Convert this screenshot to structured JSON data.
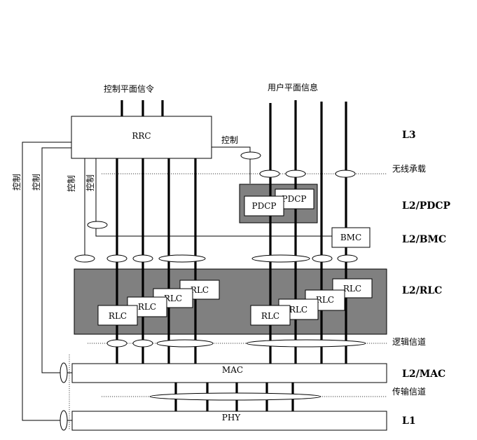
{
  "top": {
    "control_plane_signaling": "控制平面信令",
    "user_plane_info": "用户平面信息"
  },
  "layers": {
    "l3": "L3",
    "l2_pdcp": "L2/PDCP",
    "l2_bmc": "L2/BMC",
    "l2_rlc": "L2/RLC",
    "l2_mac": "L2/MAC",
    "l1": "L1"
  },
  "boundaries": {
    "radio_bearer": "无线承载",
    "logical_channel": "逻辑信道",
    "transport_channel": "传输信道"
  },
  "entities": {
    "rrc": "RRC",
    "pdcp": "PDCP",
    "bmc": "BMC",
    "rlc": "RLC",
    "mac": "MAC",
    "phy": "PHY"
  },
  "control_label": "控制"
}
